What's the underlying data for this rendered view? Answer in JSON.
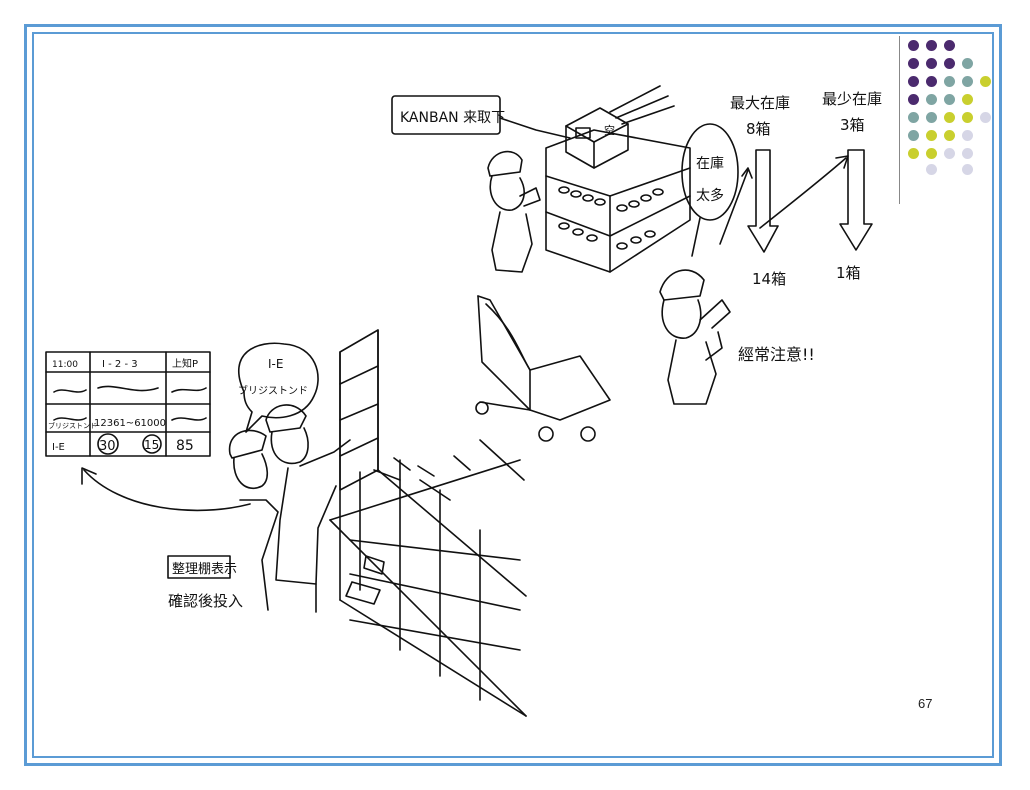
{
  "page": {
    "number": "67"
  },
  "colors": {
    "frame": "#5b9bd5",
    "dot_purple": "#4b2a6e",
    "dot_teal": "#7fa5a3",
    "dot_yellow": "#c9cf2e",
    "dot_lavender": "#d6d6e6"
  },
  "scene": {
    "callout_kanban": "KANBAN 来取下",
    "box_label": "空",
    "stock_bubble": [
      "在庫",
      "太多"
    ],
    "max_stock": [
      "最大在庫",
      "8箱"
    ],
    "min_stock": [
      "最少在庫",
      "3箱"
    ],
    "actual_max": "14箱",
    "actual_min": "1箱",
    "warning": "經常注意!!",
    "speech_bubble": [
      "I-E",
      "ブリジストンド"
    ],
    "label_card": {
      "row1": [
        "11:00",
        "I - 2 - 3",
        "上知P"
      ],
      "row3": [
        "ブリジストンド",
        "12361~61000"
      ],
      "row4": [
        "I-E",
        "30",
        "15",
        "85"
      ]
    },
    "note_box": "整理棚表示",
    "note_line": "確認後投入"
  }
}
